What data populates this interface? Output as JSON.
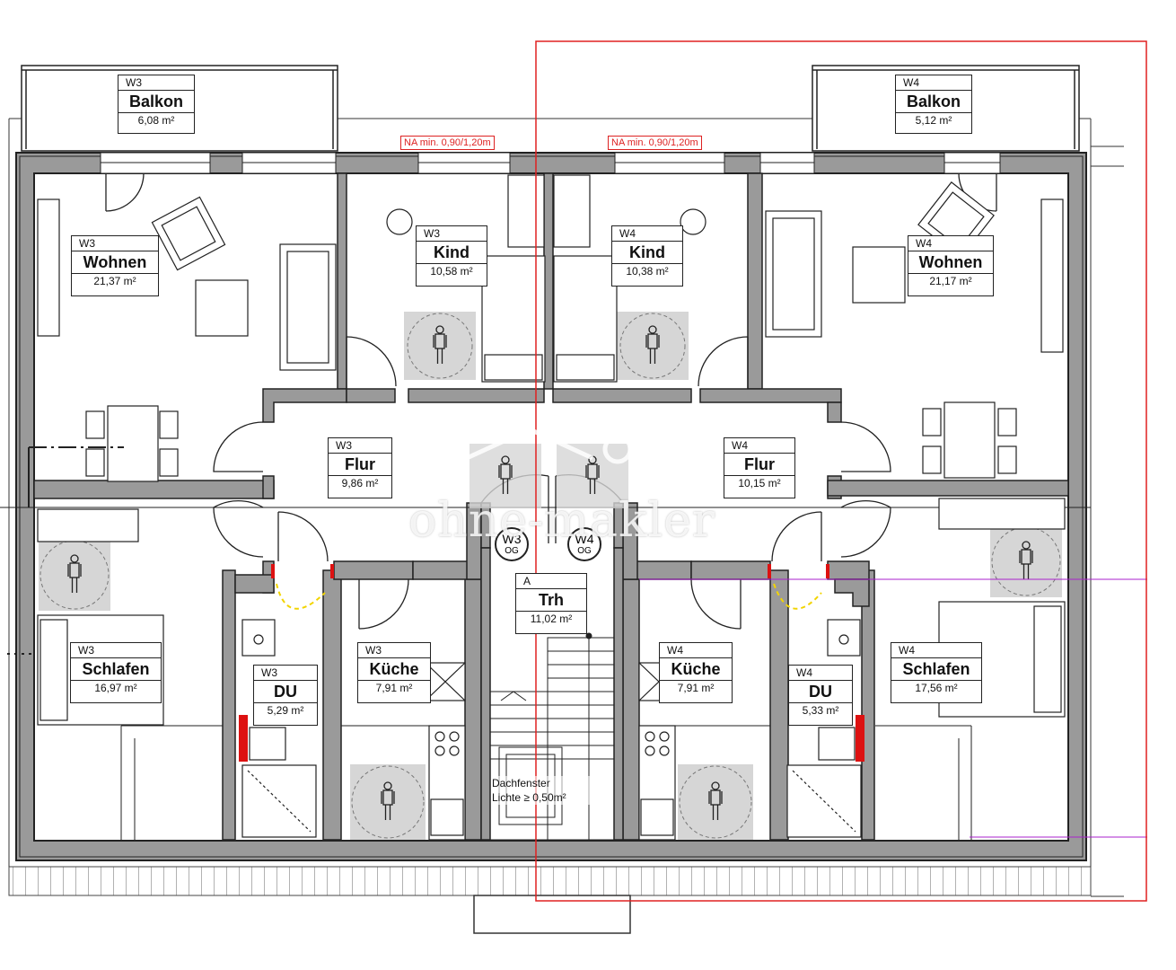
{
  "rooms": [
    {
      "key": "w3_balkon",
      "unit": "W3",
      "name": "Balkon",
      "area": "6,08 m²"
    },
    {
      "key": "w4_balkon",
      "unit": "W4",
      "name": "Balkon",
      "area": "5,12 m²"
    },
    {
      "key": "w3_wohnen",
      "unit": "W3",
      "name": "Wohnen",
      "area": "21,37 m²"
    },
    {
      "key": "w3_kind",
      "unit": "W3",
      "name": "Kind",
      "area": "10,58 m²"
    },
    {
      "key": "w4_kind",
      "unit": "W4",
      "name": "Kind",
      "area": "10,38 m²"
    },
    {
      "key": "w4_wohnen",
      "unit": "W4",
      "name": "Wohnen",
      "area": "21,17 m²"
    },
    {
      "key": "w3_flur",
      "unit": "W3",
      "name": "Flur",
      "area": "9,86 m²"
    },
    {
      "key": "w4_flur",
      "unit": "W4",
      "name": "Flur",
      "area": "10,15 m²"
    },
    {
      "key": "a_trh",
      "unit": "A",
      "name": "Trh",
      "area": "11,02 m²"
    },
    {
      "key": "w3_schlafen",
      "unit": "W3",
      "name": "Schlafen",
      "area": "16,97 m²"
    },
    {
      "key": "w3_du",
      "unit": "W3",
      "name": "DU",
      "area": "5,29 m²"
    },
    {
      "key": "w3_kueche",
      "unit": "W3",
      "name": "Küche",
      "area": "7,91 m²"
    },
    {
      "key": "w4_kueche",
      "unit": "W4",
      "name": "Küche",
      "area": "7,91 m²"
    },
    {
      "key": "w4_du",
      "unit": "W4",
      "name": "DU",
      "area": "5,33 m²"
    },
    {
      "key": "w4_schlafen",
      "unit": "W4",
      "name": "Schlafen",
      "area": "17,56 m²"
    }
  ],
  "escape_notes": [
    "NA min. 0,90/1,20m",
    "NA min. 0,90/1,20m"
  ],
  "og_markers": [
    {
      "unit": "W3",
      "level": "OG"
    },
    {
      "unit": "W4",
      "level": "OG"
    }
  ],
  "skylight": {
    "line1": "Dachfenster",
    "line2": "Lichte ≥ 0,50m²"
  },
  "watermark": "ohne-makler",
  "colors": {
    "wall": "#222222",
    "wall_fill": "#9a9a9a",
    "turning_circle": "#d6d6d6",
    "highlight_frame": "#e02020",
    "escape_note": "#dd2222",
    "guide_line": "#aa22cc",
    "door_swing_accent": "#f2d400",
    "fire_marker": "#dd1111"
  }
}
